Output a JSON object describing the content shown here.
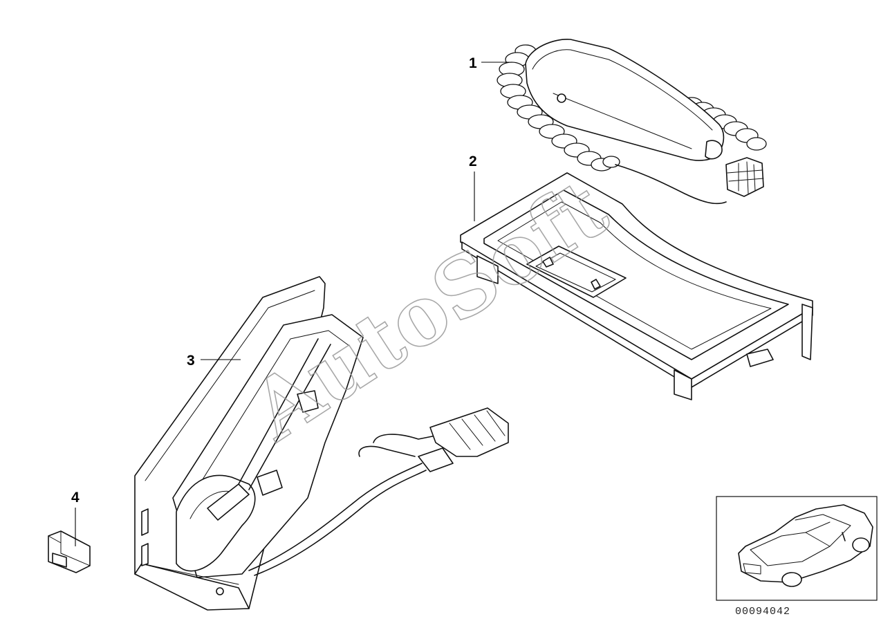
{
  "callouts": [
    {
      "id": "1",
      "label": "1"
    },
    {
      "id": "2",
      "label": "2"
    },
    {
      "id": "3",
      "label": "3"
    },
    {
      "id": "4",
      "label": "4"
    }
  ],
  "watermark": "AutoSoft",
  "diagram_number": "00094042",
  "icons": {
    "handset": "telephone-handset-icon",
    "tray": "handset-tray-icon",
    "cradle": "cradle-bracket-icon",
    "clip": "holder-clip-icon",
    "car": "car-thumbnail-icon"
  }
}
